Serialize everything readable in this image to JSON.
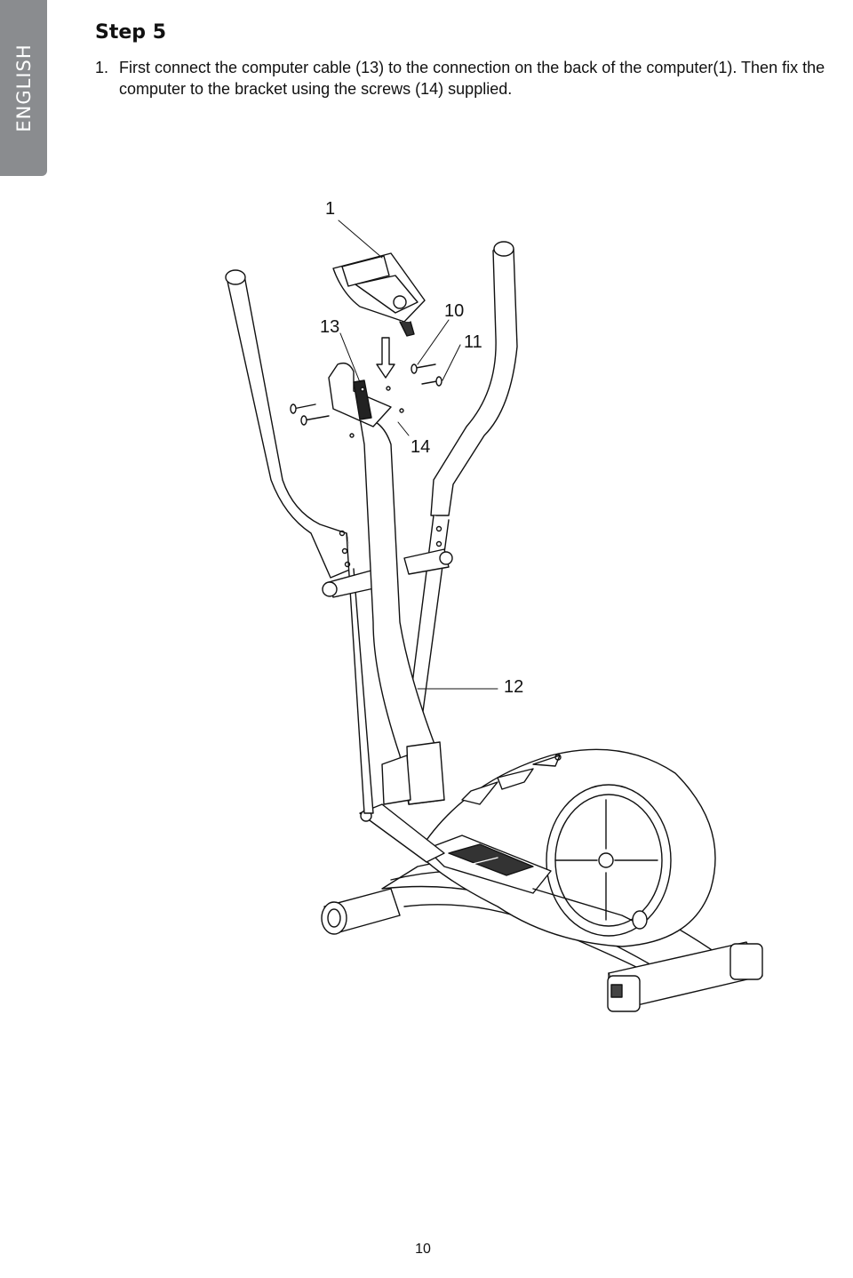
{
  "side_tab": {
    "label": "ENGLISH"
  },
  "step": {
    "title": "Step 5",
    "instructions": [
      {
        "number": "1.",
        "text": "First connect the computer cable (13) to the connection on the back of the computer(1). Then fix the computer to the bracket using the screws (14) supplied."
      }
    ]
  },
  "diagram": {
    "callouts": {
      "computer": "1",
      "cable": "13",
      "part10": "10",
      "part11": "11",
      "screws": "14",
      "part12": "12"
    }
  },
  "page": {
    "number": "10"
  }
}
